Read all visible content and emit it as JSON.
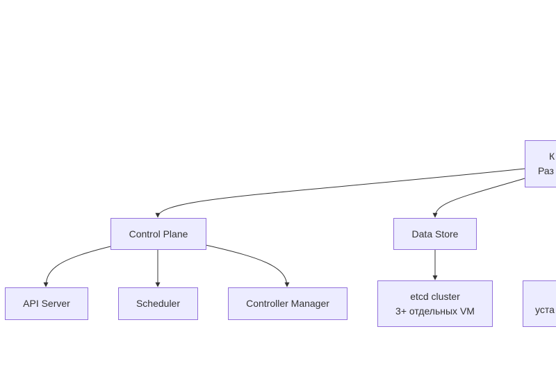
{
  "colors": {
    "node_fill": "#ECECFF",
    "node_stroke": "#9370DB",
    "edge": "#333333",
    "text": "#333333"
  },
  "nodes": {
    "root": {
      "lines": [
        "К",
        "Раз"
      ]
    },
    "control_plane": {
      "label": "Control Plane"
    },
    "data_store": {
      "label": "Data Store"
    },
    "api_server": {
      "label": "API Server"
    },
    "scheduler": {
      "label": "Scheduler"
    },
    "controller_manager": {
      "label": "Controller Manager"
    },
    "etcd": {
      "lines": [
        "etcd cluster",
        "3+ отдельных VM"
      ]
    },
    "right_bottom": {
      "lines": [
        "уста"
      ]
    }
  }
}
